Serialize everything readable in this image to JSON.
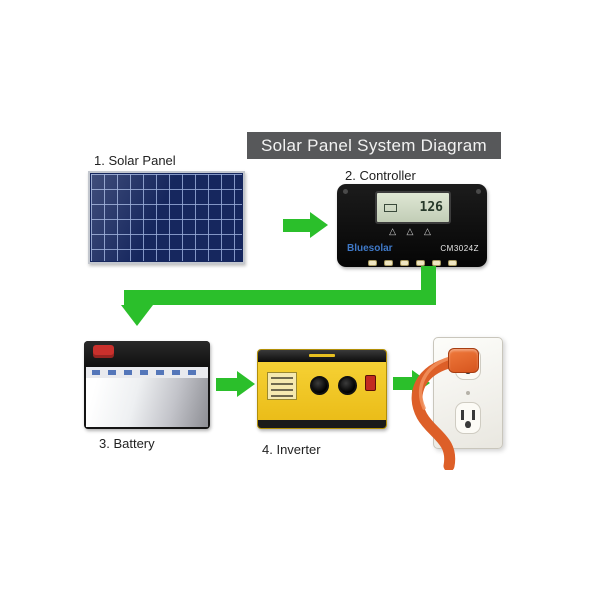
{
  "title": "Solar Panel System Diagram",
  "steps": [
    {
      "label": "1. Solar Panel"
    },
    {
      "label": "2. Controller"
    },
    {
      "label": "3. Battery"
    },
    {
      "label": "4. Inverter"
    }
  ],
  "controller": {
    "brand": "Bluesolar",
    "model": "CM3024Z",
    "display_value": "126",
    "warning_icons": "△ △ △"
  },
  "colors": {
    "arrow_green": "#2bbf2b",
    "title_bar_bg": "#57585a",
    "solar_panel_blue": "#16275e",
    "inverter_yellow": "#f2c51d",
    "cord_orange": "#dd5f28",
    "battery_terminal_red": "#c9302c"
  }
}
